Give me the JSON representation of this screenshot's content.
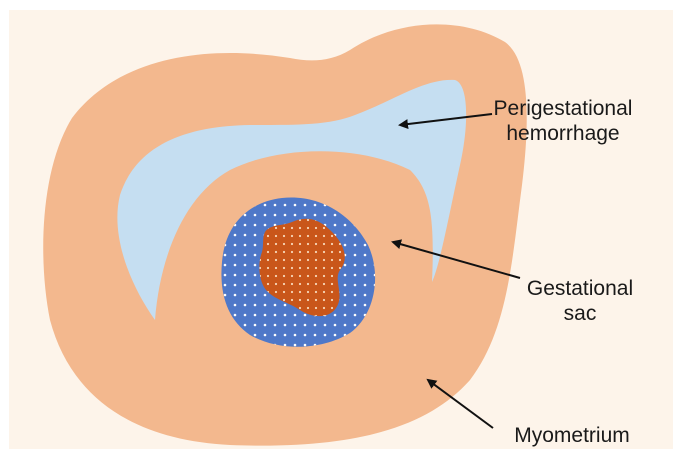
{
  "labels": {
    "hemorrhage_line1": "Perigestational",
    "hemorrhage_line2": "hemorrhage",
    "sac_line1": "Gestational",
    "sac_line2": "sac",
    "myometrium": "Myometrium"
  },
  "colors": {
    "background": "#fdf4ea",
    "myometrium": "#f3b88e",
    "hemorrhage": "#c5def1",
    "sac": "#4f78c8",
    "embryo": "#c9561a",
    "arrow": "#111111"
  }
}
